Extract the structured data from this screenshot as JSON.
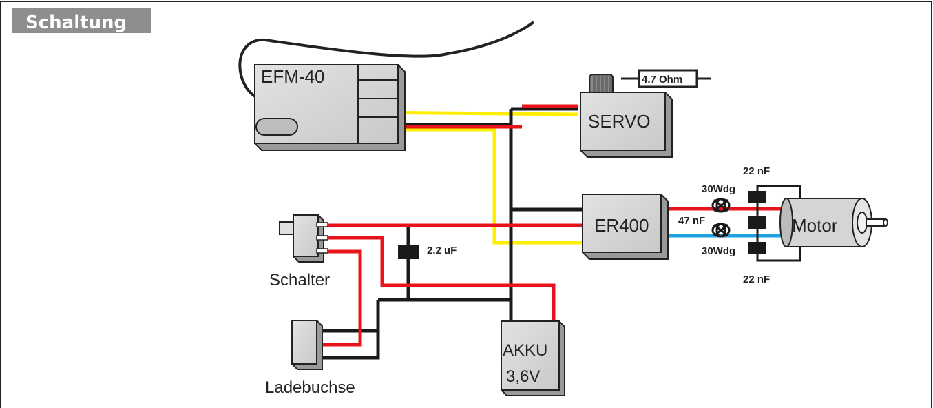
{
  "header": {
    "title": "Schaltung"
  },
  "components": {
    "receiver": "EFM-40",
    "servo": "SERVO",
    "resistor": "4.7 Ohm",
    "controller": "ER400",
    "motor": "Motor",
    "switch": "Schalter",
    "charge_socket": "Ladebuchse",
    "battery_line1": "AKKU",
    "battery_line2": "3,6V"
  },
  "parts": {
    "capacitor_main": "2.2 uF",
    "cap_top": "22 nF",
    "cap_mid": "47 nF",
    "cap_bottom": "22 nF",
    "choke_top": "30Wdg",
    "choke_bottom": "30Wdg"
  },
  "wire_colors": {
    "signal": "#ffee00",
    "positive": "#e8141b",
    "ground": "#1a1a1a",
    "motor_minus": "#1fa3e0"
  }
}
